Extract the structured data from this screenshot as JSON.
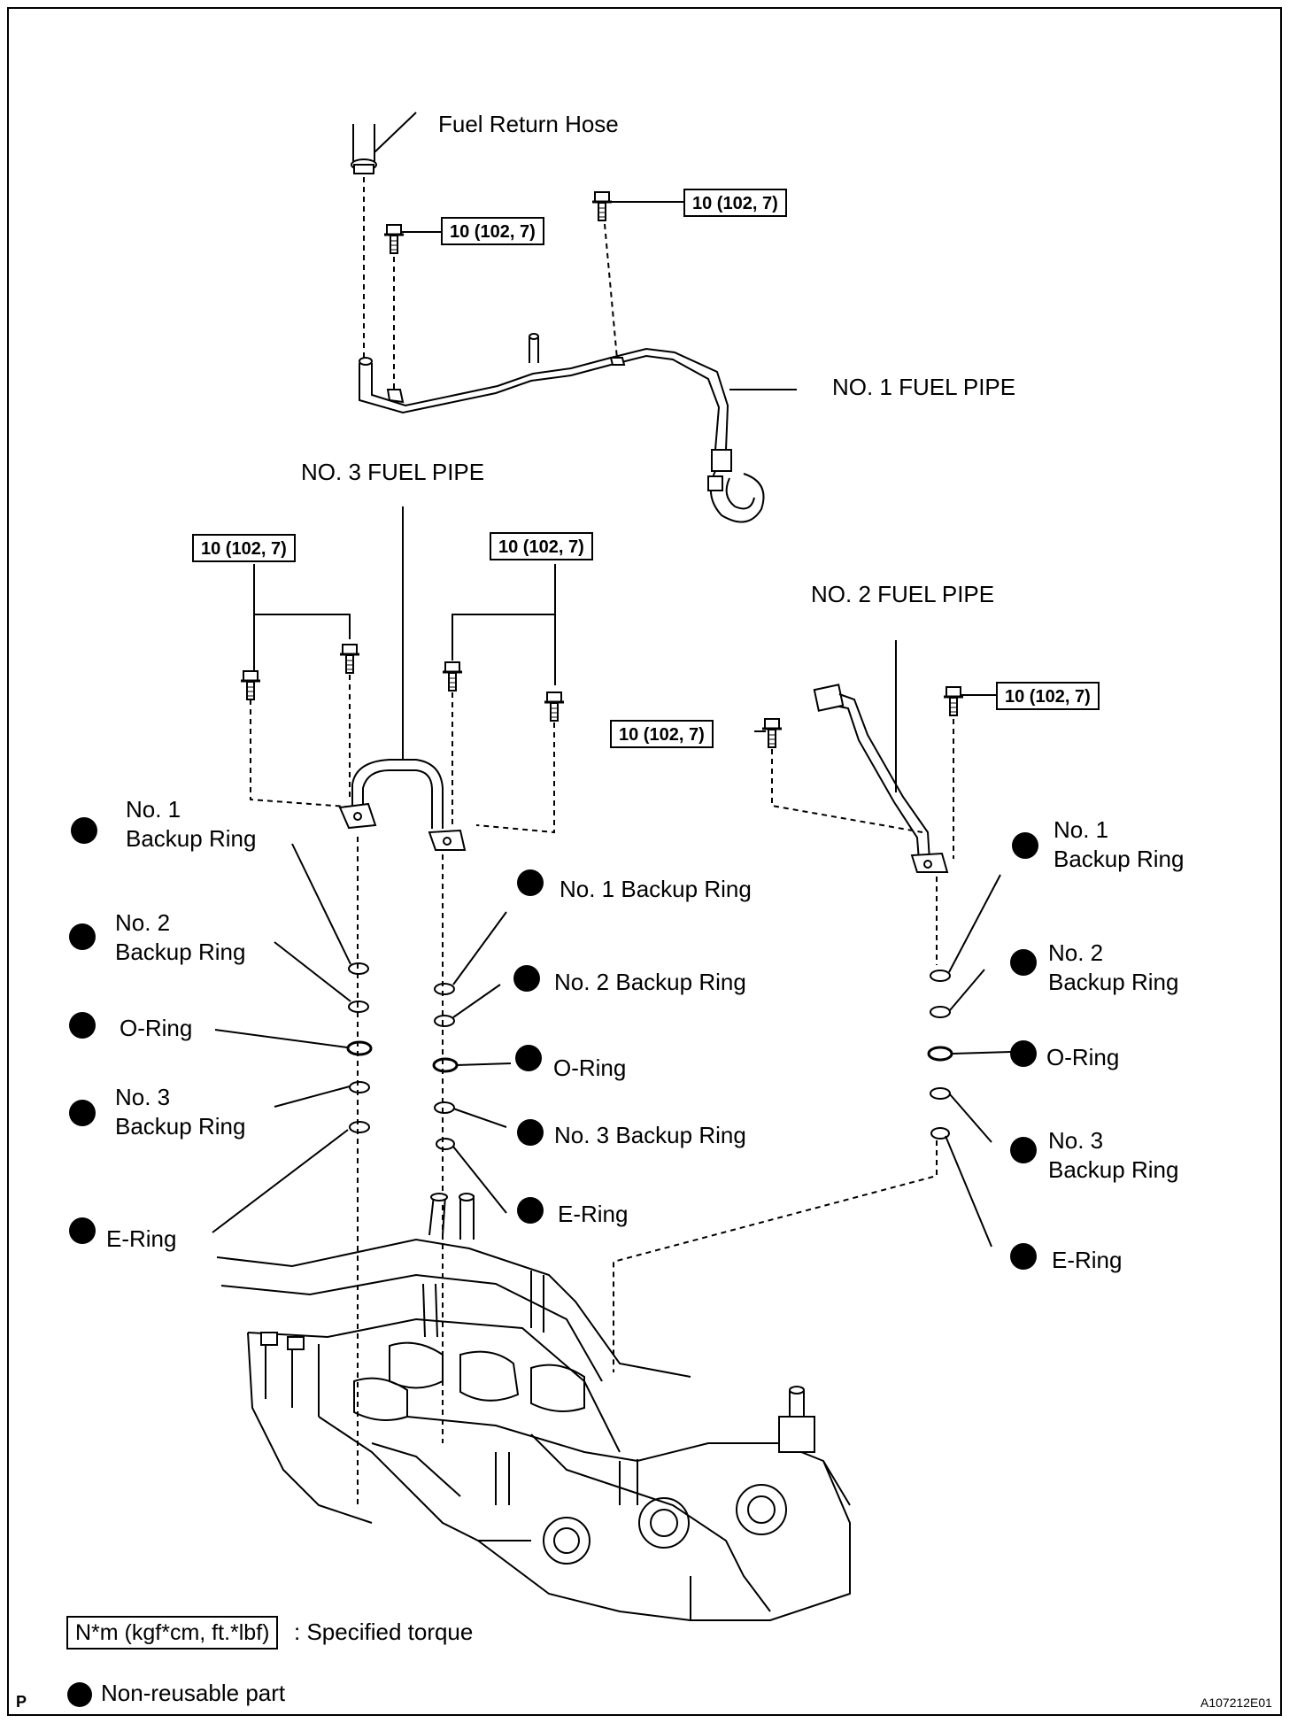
{
  "labels": {
    "fuel_return_hose": "Fuel Return Hose",
    "no1_fuel_pipe": "NO. 1 FUEL PIPE",
    "no3_fuel_pipe": "NO. 3 FUEL PIPE",
    "no2_fuel_pipe": "NO. 2 FUEL PIPE"
  },
  "torque_value": "10 (102, 7)",
  "left_parts": {
    "no1_backup_ring": "No. 1\nBackup Ring",
    "no2_backup_ring": "No. 2\nBackup Ring",
    "o_ring": "O-Ring",
    "no3_backup_ring": "No. 3\nBackup Ring",
    "e_ring": "E-Ring"
  },
  "middle_parts": {
    "no1_backup_ring": "No. 1 Backup Ring",
    "no2_backup_ring": "No. 2 Backup Ring",
    "o_ring": "O-Ring",
    "no3_backup_ring": "No. 3 Backup Ring",
    "e_ring": "E-Ring"
  },
  "right_parts": {
    "no1_backup_ring": "No. 1\nBackup Ring",
    "no2_backup_ring": "No. 2\nBackup Ring",
    "o_ring": "O-Ring",
    "no3_backup_ring": "No. 3\nBackup Ring",
    "e_ring": "E-Ring"
  },
  "legend": {
    "torque_box": "N*m (kgf*cm, ft.*lbf)",
    "torque_text": ": Specified torque",
    "non_reusable_text": "Non-reusable part"
  },
  "footer": {
    "corner_letter": "P",
    "figure_code": "A107212E01"
  },
  "colors": {
    "line": "#000000",
    "background": "#ffffff"
  }
}
